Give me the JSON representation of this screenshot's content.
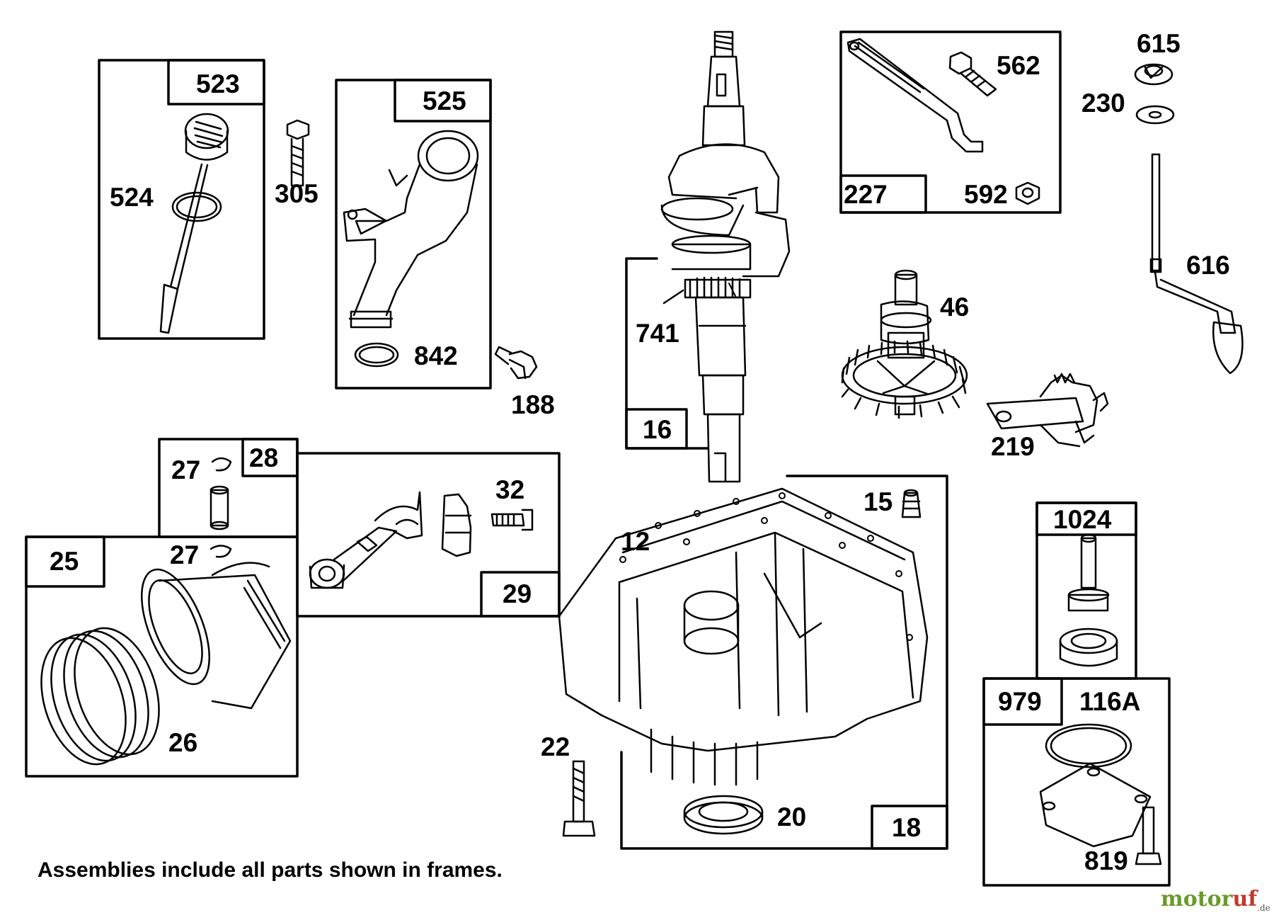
{
  "colors": {
    "ink": "#000000",
    "paper": "#ffffff",
    "watermark_green": "#6a9a2a",
    "watermark_red": "#c0392b"
  },
  "frames": {
    "f523": "523",
    "f525": "525",
    "f227": "227",
    "f16": "16",
    "f28": "28",
    "f25": "25",
    "f29": "29",
    "f18": "18",
    "f1024": "1024",
    "f979": "979"
  },
  "parts": {
    "p524": "524",
    "p305": "305",
    "p842": "842",
    "p188": "188",
    "p562": "562",
    "p592": "592",
    "p615": "615",
    "p230": "230",
    "p616": "616",
    "p741": "741",
    "p46": "46",
    "p219": "219",
    "p27a": "27",
    "p27b": "27",
    "p32": "32",
    "p26": "26",
    "p12": "12",
    "p15": "15",
    "p22": "22",
    "p20": "20",
    "p116a": "116A",
    "p819": "819"
  },
  "footer": {
    "note": "Assemblies include all parts shown in frames."
  },
  "watermark": {
    "part_a": "motor",
    "part_b": "uf",
    "suffix": ".de"
  }
}
